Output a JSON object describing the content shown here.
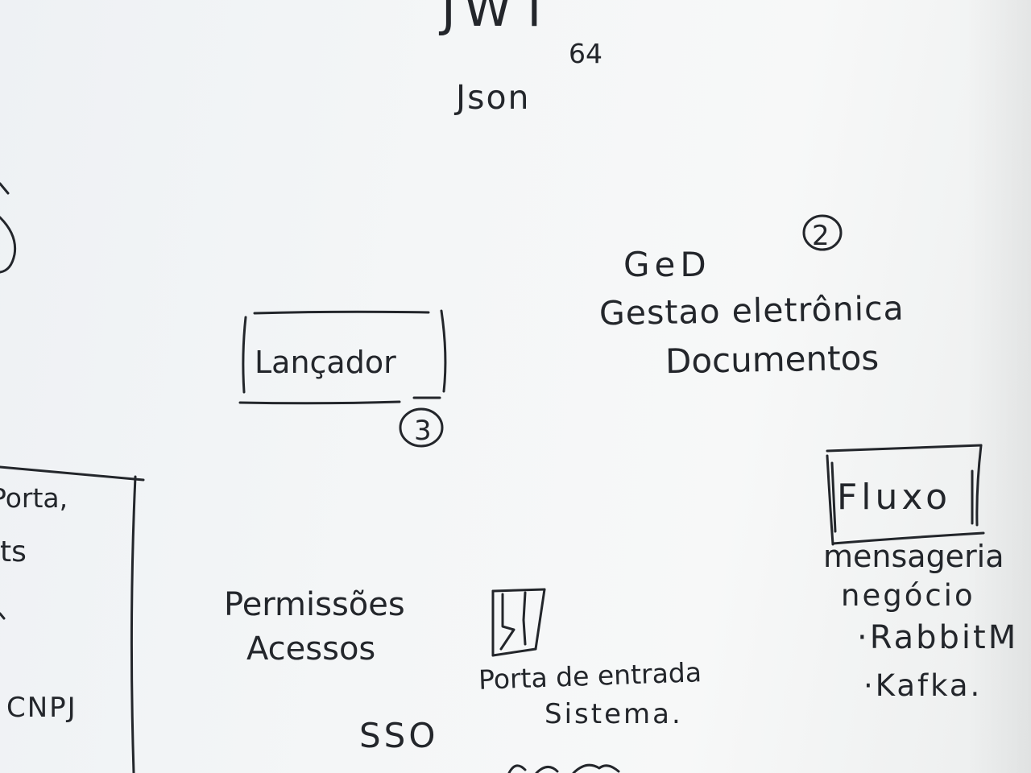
{
  "notes": {
    "jwt": "JWT",
    "sixty_four": "64",
    "json": "Json",
    "ged": "GeD",
    "ged_line2": "Gestao eletrônica",
    "ged_line3": "Documentos",
    "ged_number": "2",
    "launcher": "Lançador",
    "launcher_number": "3",
    "fluxo": "Fluxo",
    "mensageria": "mensageria",
    "negocio": "negócio",
    "rabbit": "·RabbitM",
    "kafka": "·Kafka.",
    "permissoes": "Permissões",
    "acessos": "Acessos",
    "sso": "SSO",
    "porta_entrada": "Porta de entrada",
    "sistema": "Sistema.",
    "left_porta": "Porta,",
    "left_ts": "ts",
    "left_cnpj": "CNPJ"
  }
}
